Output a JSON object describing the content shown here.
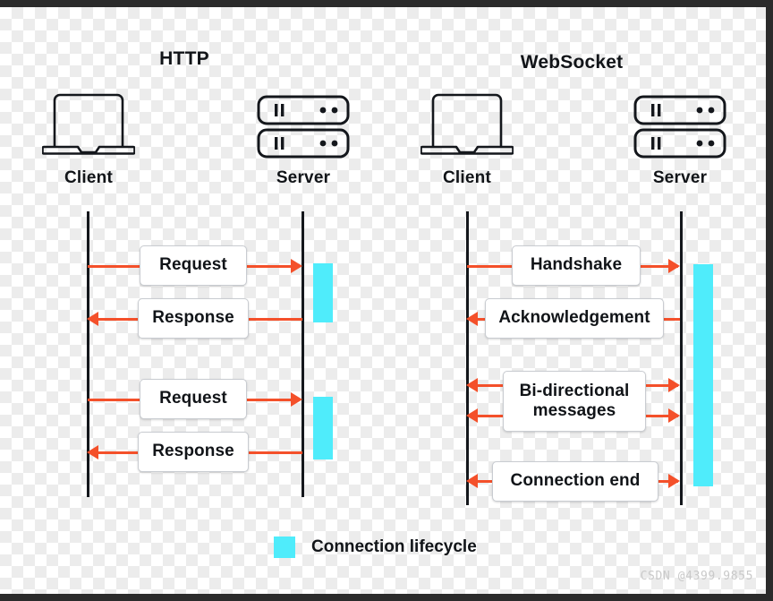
{
  "colors": {
    "accent_orange": "#f4502a",
    "lifecycle_cyan": "#4fecfb",
    "line_black": "#14171c",
    "box_white": "#ffffff",
    "box_border": "#c9ccd1"
  },
  "panels": [
    {
      "id": "http",
      "title": "HTTP",
      "client": {
        "label": "Client",
        "icon": "laptop-icon"
      },
      "server": {
        "label": "Server",
        "icon": "server-rack-icon"
      },
      "messages": [
        {
          "label": "Request",
          "direction": "client-to-server"
        },
        {
          "label": "Response",
          "direction": "server-to-client"
        },
        {
          "label": "Request",
          "direction": "client-to-server"
        },
        {
          "label": "Response",
          "direction": "server-to-client"
        }
      ],
      "lifecycle_segments": 2
    },
    {
      "id": "websocket",
      "title": "WebSocket",
      "client": {
        "label": "Client",
        "icon": "laptop-icon"
      },
      "server": {
        "label": "Server",
        "icon": "server-rack-icon"
      },
      "messages": [
        {
          "label": "Handshake",
          "direction": "client-to-server"
        },
        {
          "label": "Acknowledgement",
          "direction": "server-to-client"
        },
        {
          "label": "Bi-directional messages",
          "line1": "Bi-directional",
          "line2": "messages",
          "direction": "bidirectional"
        },
        {
          "label": "Connection end",
          "direction": "bidirectional"
        }
      ],
      "lifecycle_segments": 1
    }
  ],
  "legend": {
    "swatch_color": "#4fecfb",
    "label": "Connection lifecycle"
  },
  "watermark": "CSDN @4399.9855"
}
